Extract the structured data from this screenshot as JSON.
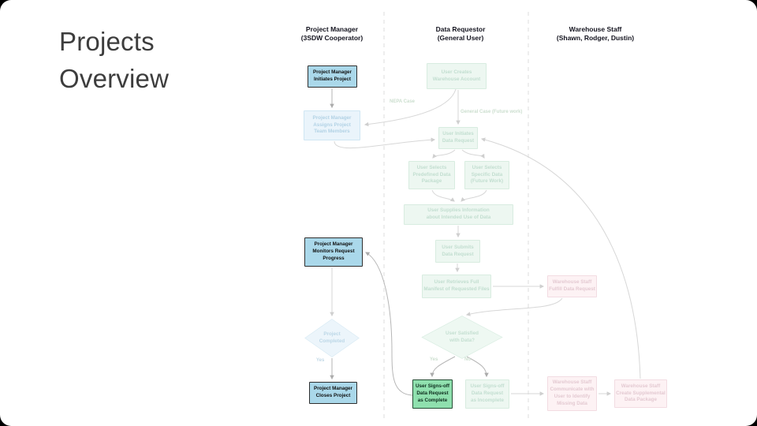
{
  "slide": {
    "title": "Projects\nOverview"
  },
  "lanes": [
    {
      "title": "Project Manager",
      "subtitle": "(3SDW Cooperator)"
    },
    {
      "title": "Data Requestor",
      "subtitle": "(General User)"
    },
    {
      "title": "Warehouse Staff",
      "subtitle": "(Shawn, Rodger, Dustin)"
    }
  ],
  "nodes": {
    "pm_initiates": "Project Manager\nInitiates Project",
    "pm_assigns": "Project Manager\nAssigns Project\nTeam Members",
    "user_creates": "User Creates\nWarehouse Account",
    "user_initiates": "User Initiates\nData Request",
    "sel_predef": "User Selects\nPredefined Data\nPackage",
    "sel_specific": "User Selects\nSpecific Data\n(Future Work)",
    "supplies_info": "User Supplies Information\nabout Intended Use of Data",
    "submits": "User Submits\nData Request",
    "pm_monitors": "Project Manager\nMonitors Request\nProgress",
    "retrieves": "User Retrieves Full\nManifest of Requested Files",
    "ws_fulfill": "Warehouse Staff\nFulfill Data Request",
    "proj_completed": "Project\nCompleted",
    "satisfied": "User Satisfied\nwith Data?",
    "pm_closes": "Project Manager\nCloses Project",
    "signoff_complete": "User Signs-off\nData Request\nas Complete",
    "signoff_incomplete": "User Signs-off\nData Request\nas Incomplete",
    "ws_communicate": "Warehouse Staff\nCommunicate with\nUser to Identify\nMissing Data",
    "ws_supplemental": "Warehouse Staff\nCreate Supplemental\nData Package"
  },
  "edge_labels": {
    "nepa_case": "NEPA Case",
    "general_case": "General Case (Future work)",
    "project_completed_yes": "Yes",
    "satisfied_yes": "Yes",
    "satisfied_no": "No"
  },
  "colors": {
    "highlight_blue": "#aad8ea",
    "highlight_green": "#8fe0ae",
    "faded_blue": "#eaf4fb",
    "faded_green": "#edf7f1",
    "faded_pink": "#fdf2f4",
    "arrow_gray": "#c9c9c9"
  }
}
